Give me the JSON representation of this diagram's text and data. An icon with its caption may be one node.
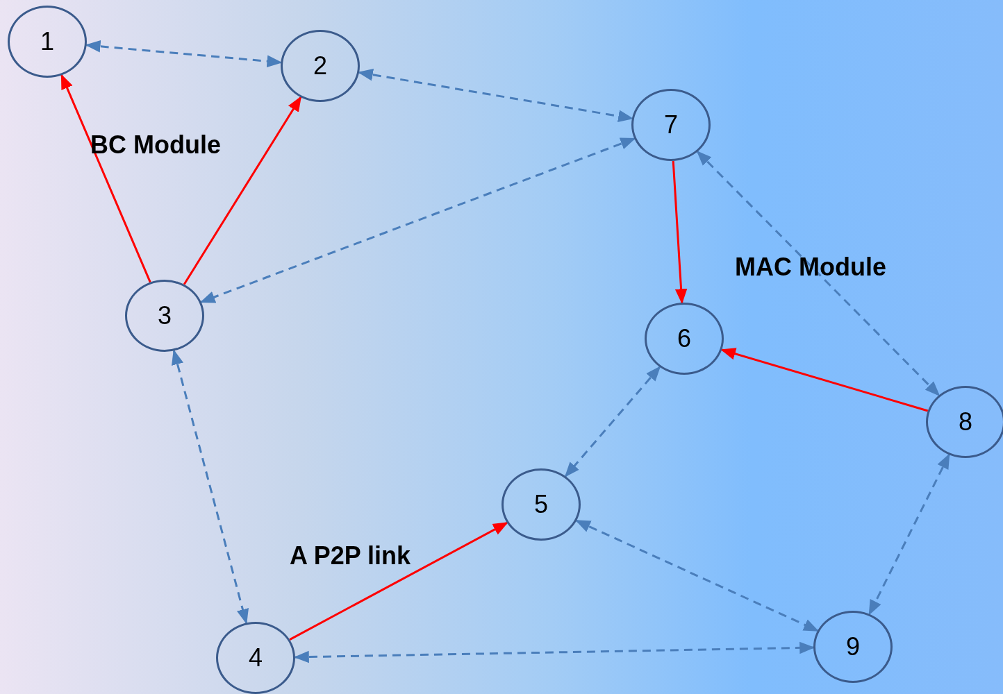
{
  "diagram": {
    "nodes": [
      {
        "text": [
          "1"
        ]
      },
      {
        "text": [
          "2"
        ]
      },
      {
        "text": [
          "3"
        ]
      },
      {
        "text": [
          "4"
        ]
      },
      {
        "text": [
          "5"
        ]
      },
      {
        "text": [
          "6"
        ]
      },
      {
        "text": [
          "7"
        ]
      },
      {
        "text": [
          "8"
        ]
      },
      {
        "text": [
          "9"
        ]
      }
    ],
    "edges": [
      {
        "from": 0,
        "to": 1,
        "arrow": "both",
        "style": "dashed"
      },
      {
        "from": 1,
        "to": 6,
        "arrow": "both",
        "style": "dashed"
      },
      {
        "from": 2,
        "to": 0,
        "arrow": "to",
        "color": "#ff0000"
      },
      {
        "from": 2,
        "to": 1,
        "arrow": "to",
        "color": "#ff0000"
      },
      {
        "from": 6,
        "to": 2,
        "arrow": "both",
        "style": "dashed"
      },
      {
        "from": 6,
        "to": 5,
        "arrow": "to",
        "color": "#ff0000"
      },
      {
        "from": 6,
        "to": 7,
        "arrow": "both",
        "style": "dashed"
      },
      {
        "from": 7,
        "to": 5,
        "arrow": "to",
        "color": "#ff0000"
      },
      {
        "from": 5,
        "to": 4,
        "arrow": "both",
        "style": "dashed"
      },
      {
        "from": 2,
        "to": 3,
        "arrow": "both",
        "style": "dashed"
      },
      {
        "from": 3,
        "to": 4,
        "arrow": "to",
        "color": "#ff0000"
      },
      {
        "from": 4,
        "to": 8,
        "arrow": "both",
        "style": "dashed"
      },
      {
        "from": 3,
        "to": 8,
        "arrow": "both",
        "style": "dashed"
      },
      {
        "from": 7,
        "to": 8,
        "arrow": "both",
        "style": "dashed"
      }
    ],
    "labels": [
      "BC Module",
      "MAC Module",
      "A P2P link"
    ]
  }
}
